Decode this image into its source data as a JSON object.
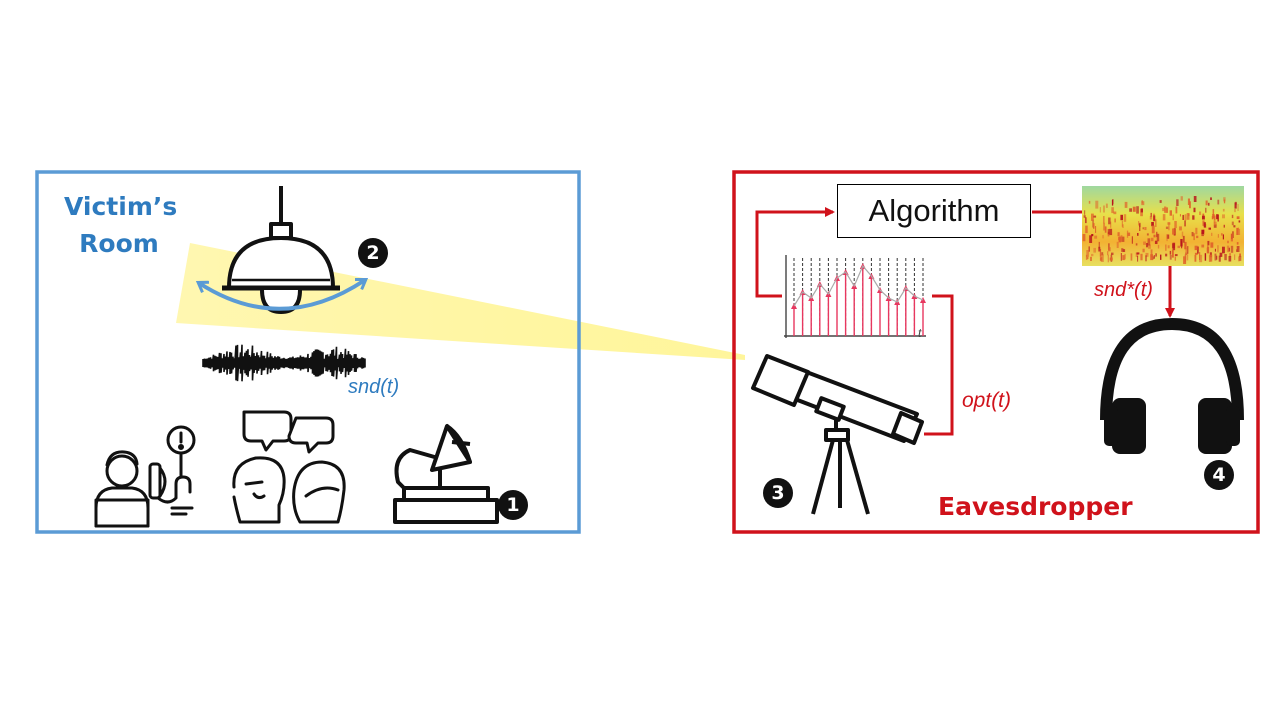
{
  "victim_room": {
    "title_line1": "Victim’s",
    "title_line2": "Room",
    "signal_label": "snd(t)",
    "border_color": "#5b9bd5",
    "accent_color": "#2e7bbf"
  },
  "eavesdropper": {
    "title": "Eavesdropper",
    "algorithm_label": "Algorithm",
    "optical_signal_label": "opt(t)",
    "recovered_signal_label": "snd*(t)",
    "time_axis_label": "t",
    "border_color": "#d0121b"
  },
  "step_badges": [
    "1",
    "2",
    "3",
    "4"
  ],
  "icons": [
    "pendant-lamp-icon",
    "swing-arrow-icon",
    "sound-waveform-icon",
    "phone-caller-icon",
    "conversation-icon",
    "gramophone-icon",
    "telescope-icon",
    "sampled-signal-plot-icon",
    "spectrogram-icon",
    "headphones-icon"
  ]
}
